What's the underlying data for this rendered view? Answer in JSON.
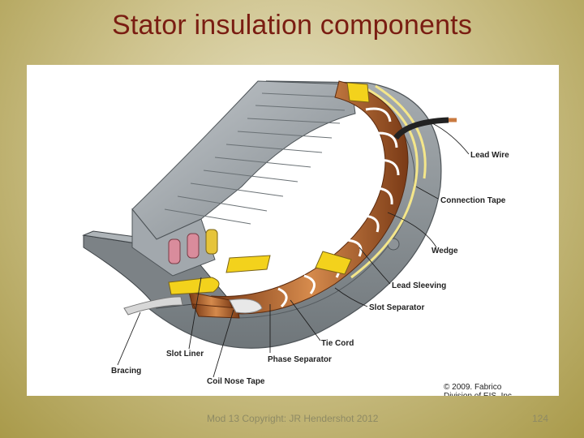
{
  "slide": {
    "title": "Stator insulation components",
    "footer": "Mod 13 Copyright: JR Hendershot 2012",
    "page_number": "124"
  },
  "diagram": {
    "labels": {
      "lead_wire": "Lead Wire",
      "connection_tape": "Connection Tape",
      "wedge": "Wedge",
      "lead_sleeving": "Lead Sleeving",
      "slot_separator": "Slot Separator",
      "tie_cord": "Tie Cord",
      "phase_separator": "Phase Separator",
      "slot_liner": "Slot Liner",
      "coil_nose_tape": "Coil Nose Tape",
      "bracing": "Bracing"
    },
    "copyright_line1": "© 2009. Fabrico",
    "copyright_line2": "Division of EIS, Inc."
  },
  "colors": {
    "title": "#7a1d12",
    "copper": "#b5652f",
    "lamination": "#9aa1a6",
    "insulation_yellow": "#f3d21c"
  }
}
